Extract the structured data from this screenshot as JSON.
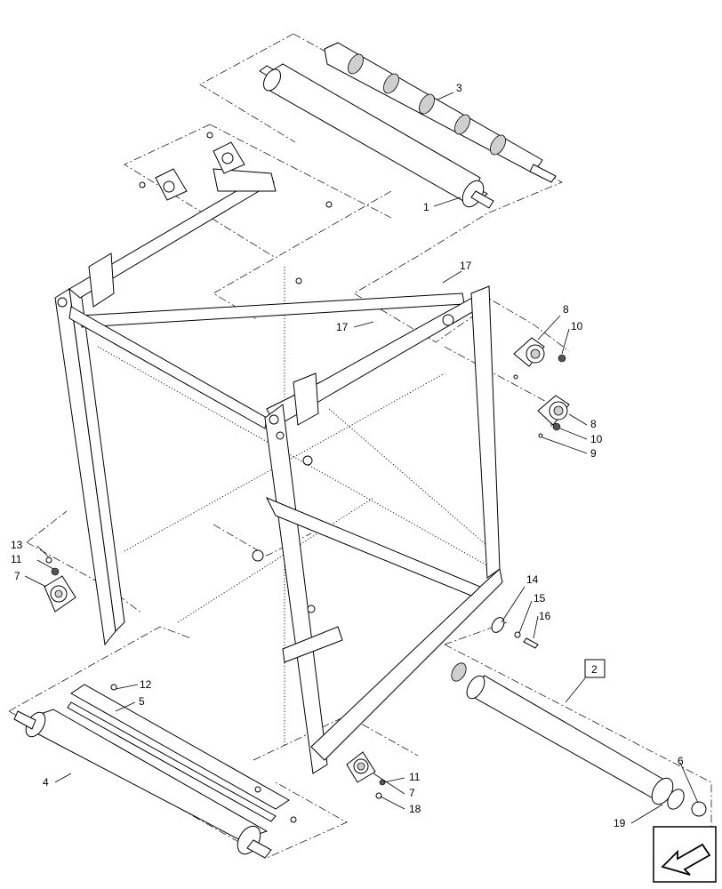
{
  "diagram": {
    "callouts": [
      {
        "id": "c1",
        "label": "1"
      },
      {
        "id": "c2",
        "label": "2"
      },
      {
        "id": "c3",
        "label": "3"
      },
      {
        "id": "c4",
        "label": "4"
      },
      {
        "id": "c5",
        "label": "5"
      },
      {
        "id": "c6",
        "label": "6"
      },
      {
        "id": "c7a",
        "label": "7"
      },
      {
        "id": "c7b",
        "label": "7"
      },
      {
        "id": "c8a",
        "label": "8"
      },
      {
        "id": "c8b",
        "label": "8"
      },
      {
        "id": "c9",
        "label": "9"
      },
      {
        "id": "c10a",
        "label": "10"
      },
      {
        "id": "c10b",
        "label": "10"
      },
      {
        "id": "c11a",
        "label": "11"
      },
      {
        "id": "c11b",
        "label": "11"
      },
      {
        "id": "c12",
        "label": "12"
      },
      {
        "id": "c13",
        "label": "13"
      },
      {
        "id": "c14",
        "label": "14"
      },
      {
        "id": "c15",
        "label": "15"
      },
      {
        "id": "c16",
        "label": "16"
      },
      {
        "id": "c17a",
        "label": "17"
      },
      {
        "id": "c17b",
        "label": "17"
      },
      {
        "id": "c18",
        "label": "18"
      },
      {
        "id": "c19",
        "label": "19"
      }
    ],
    "nav_icon": "arrow-left-icon"
  }
}
